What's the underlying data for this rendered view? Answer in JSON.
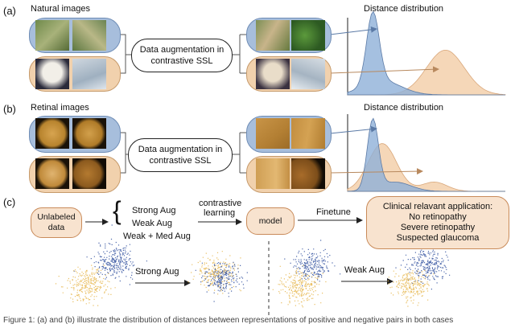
{
  "panel_a": {
    "letter": "(a)",
    "title": "Natural images",
    "aug_line1": "Data augmentation in",
    "aug_line2": "contrastive SSL",
    "dist_title": "Distance distribution"
  },
  "panel_b": {
    "letter": "(b)",
    "title": "Retinal images",
    "aug_line1": "Data augmentation in",
    "aug_line2": "contrastive SSL",
    "dist_title": "Distance distribution"
  },
  "panel_c": {
    "letter": "(c)",
    "unlabeled_line1": "Unlabeled",
    "unlabeled_line2": "data",
    "aug_options": [
      "Strong Aug",
      "Weak Aug",
      "Weak + Med Aug"
    ],
    "cl_line1": "contrastive",
    "cl_line2": "learning",
    "model": "model",
    "finetune": "Finetune",
    "clinical_title": "Clinical relavant application:",
    "clinical_items": [
      "No retinopathy",
      "Severe retinopathy",
      "Suspected glaucoma"
    ],
    "strong_label": "Strong Aug",
    "weak_label": "Weak Aug"
  },
  "caption": "Figure 1: (a) and (b) illustrate the distribution of distances between representations of positive and negative pairs in both cases",
  "colors": {
    "blue": "#a7bedc",
    "tan": "#f1d1ad",
    "scatter_blue": "#2f4f9e",
    "scatter_yellow": "#e6b54a"
  }
}
